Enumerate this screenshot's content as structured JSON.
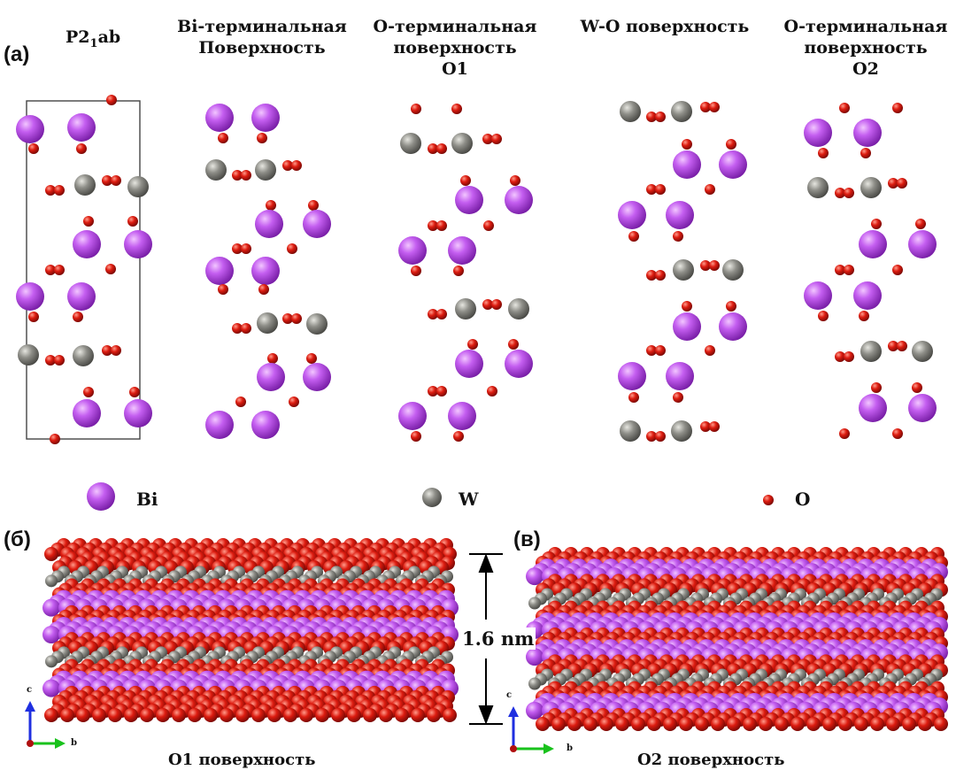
{
  "panel_a": {
    "label": "(a)",
    "columns": [
      {
        "title_parts": [
          "P2",
          "1",
          "ab"
        ]
      },
      {
        "title_lines": [
          "Bi-терминальная",
          "Поверхность"
        ]
      },
      {
        "title_lines": [
          "О-терминальная",
          "поверхность",
          "O1"
        ]
      },
      {
        "title_lines": [
          "W-O поверхность"
        ]
      },
      {
        "title_lines": [
          "О-терминальная",
          "поверхность",
          "O2"
        ]
      }
    ]
  },
  "legend": {
    "items": [
      {
        "label": "Bi",
        "color": "#b84fe0"
      },
      {
        "label": "W",
        "color": "#8a8a84"
      },
      {
        "label": "O",
        "color": "#d41a0e"
      }
    ]
  },
  "panel_b": {
    "label": "(б)",
    "caption": "O1 поверхность",
    "axis_c": "c",
    "axis_b": "b"
  },
  "panel_c": {
    "label": "(в)",
    "caption": "O2 поверхность",
    "axis_c": "c",
    "axis_b": "b"
  },
  "thickness": "1.6 nm"
}
